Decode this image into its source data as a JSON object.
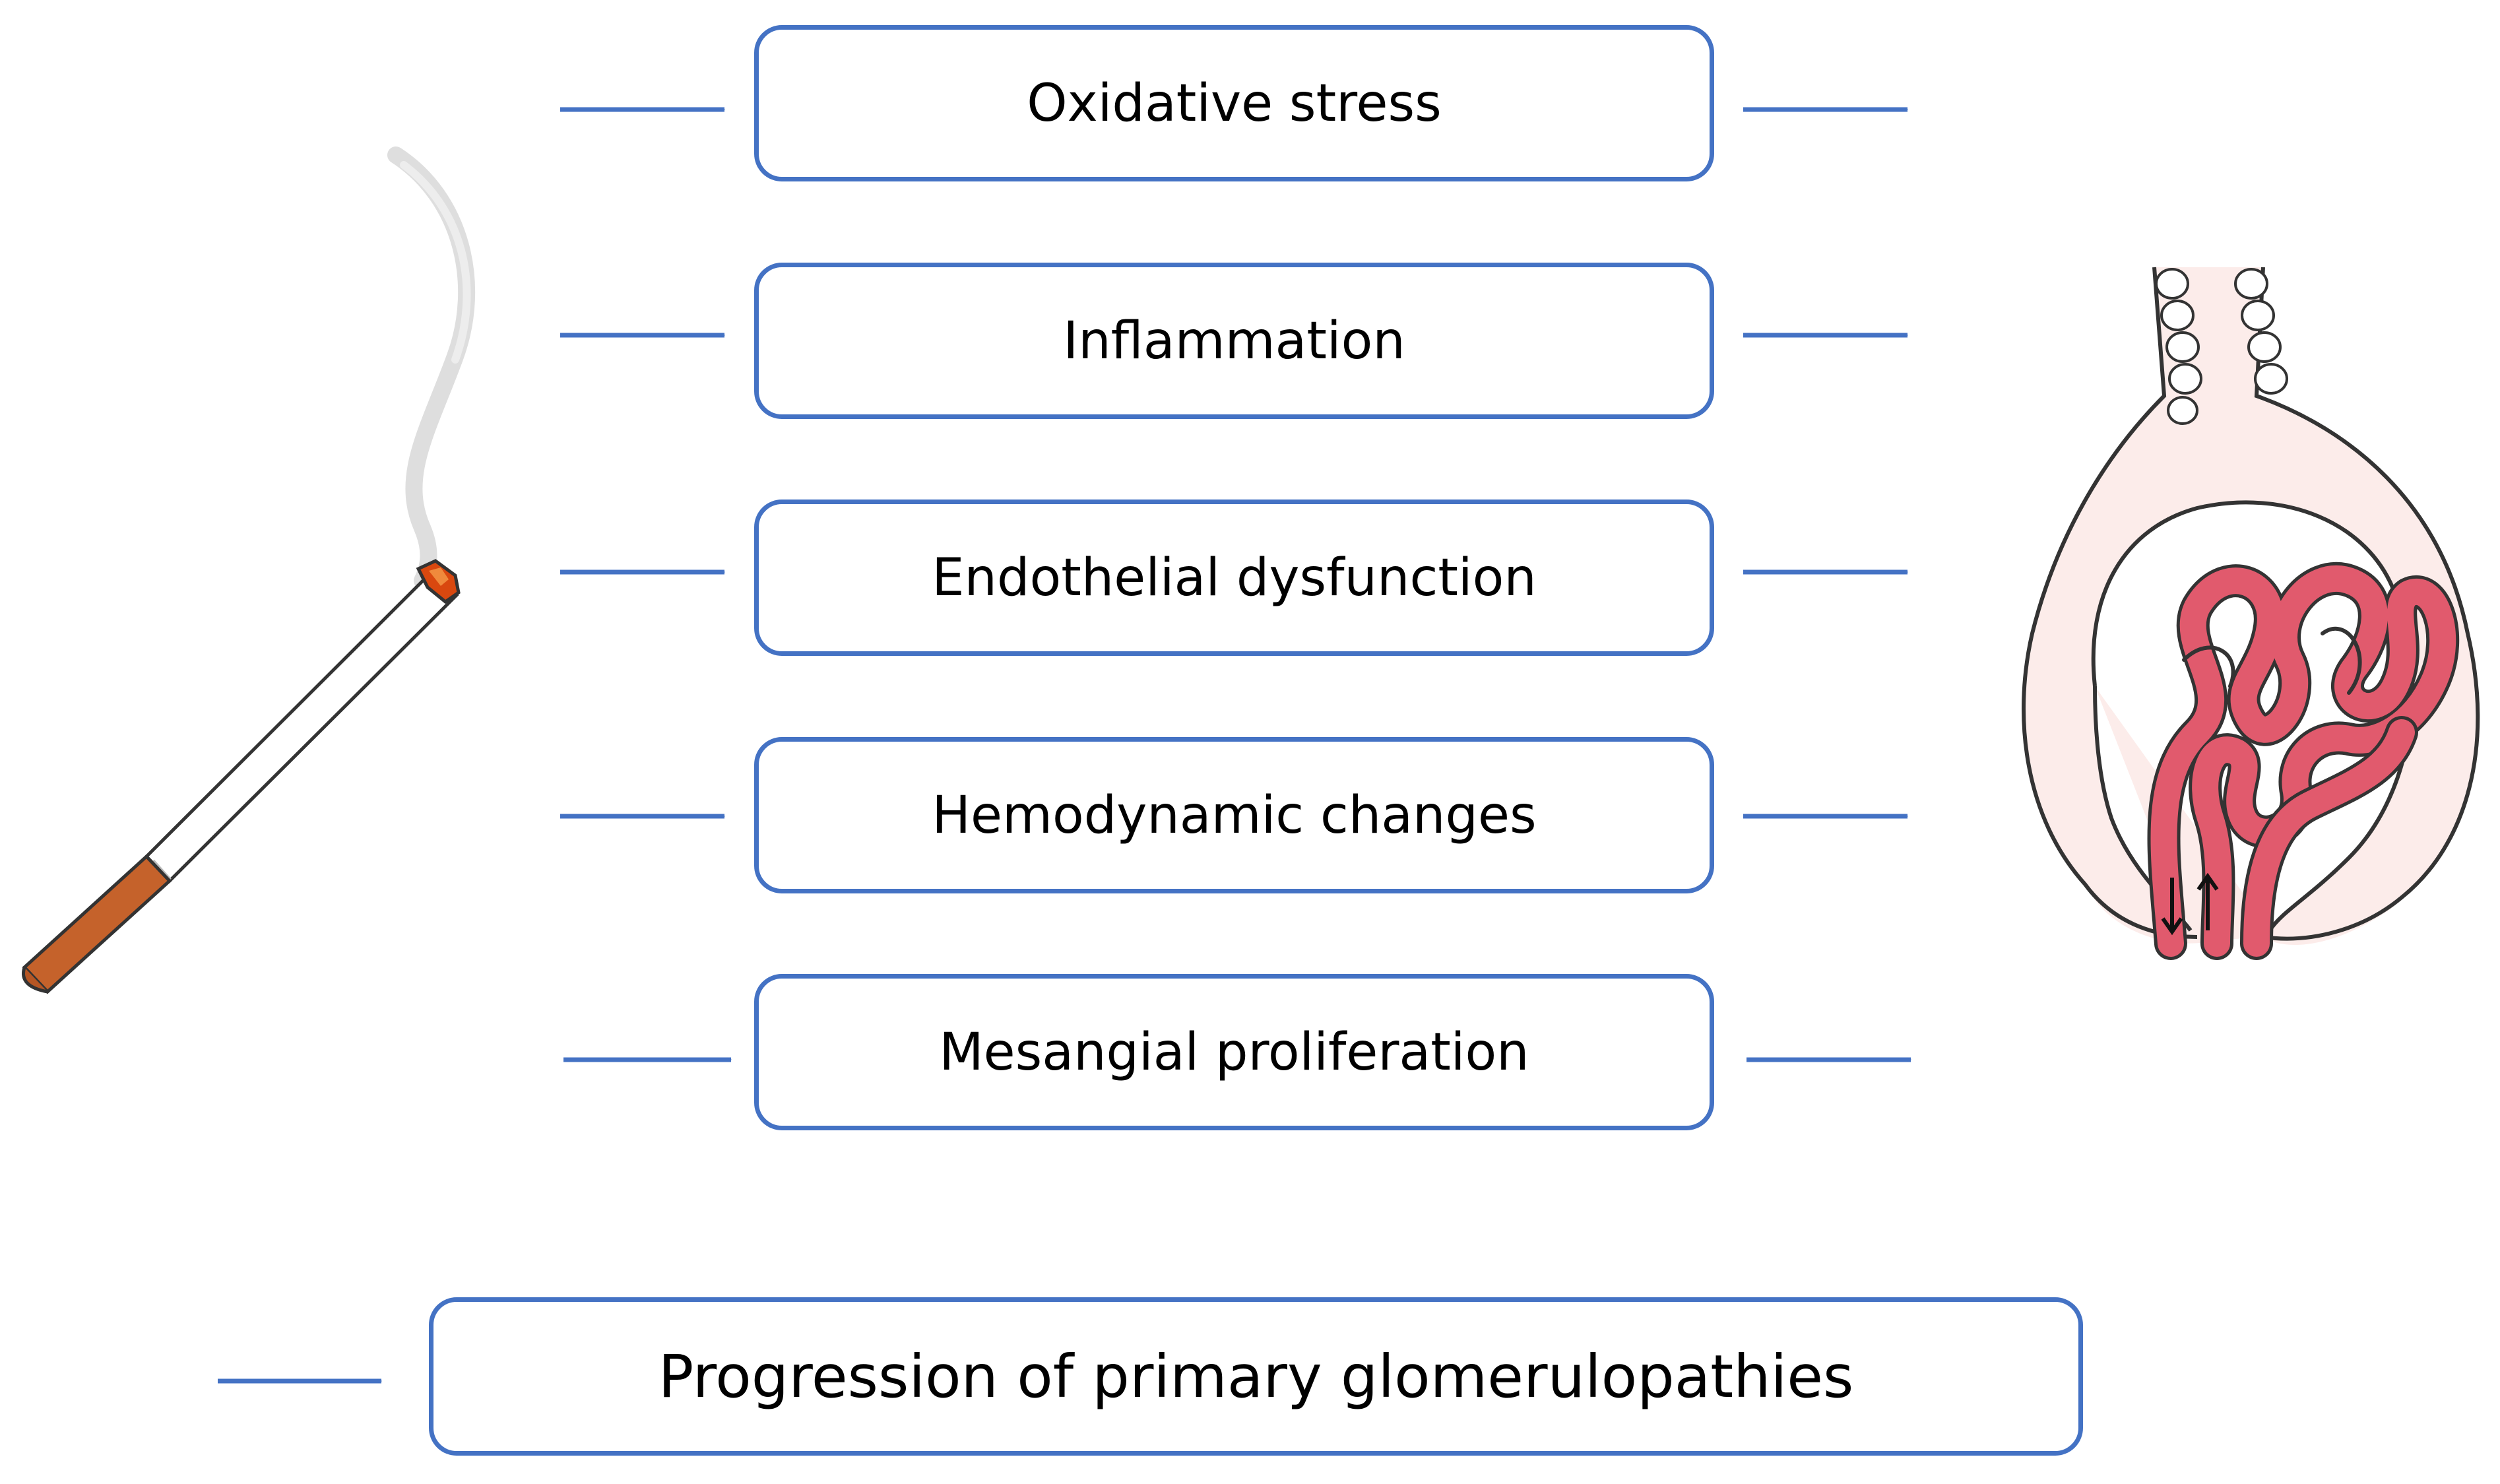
{
  "mechanisms": [
    {
      "label": "Oxidative stress"
    },
    {
      "label": "Inflammation"
    },
    {
      "label": "Endothelial dysfunction"
    },
    {
      "label": "Hemodynamic changes"
    },
    {
      "label": "Mesangial proliferation"
    }
  ],
  "outcome": {
    "label": "Progression of primary glomerulopathies"
  },
  "colors": {
    "accent": "#4472c4",
    "vessel": "#e15a6d",
    "capsule_fill": "#fcecea",
    "filter": "#c5622b",
    "ember": "#d9480f"
  },
  "icons": {
    "cause": "cigarette-icon",
    "target": "glomerulus-icon"
  }
}
